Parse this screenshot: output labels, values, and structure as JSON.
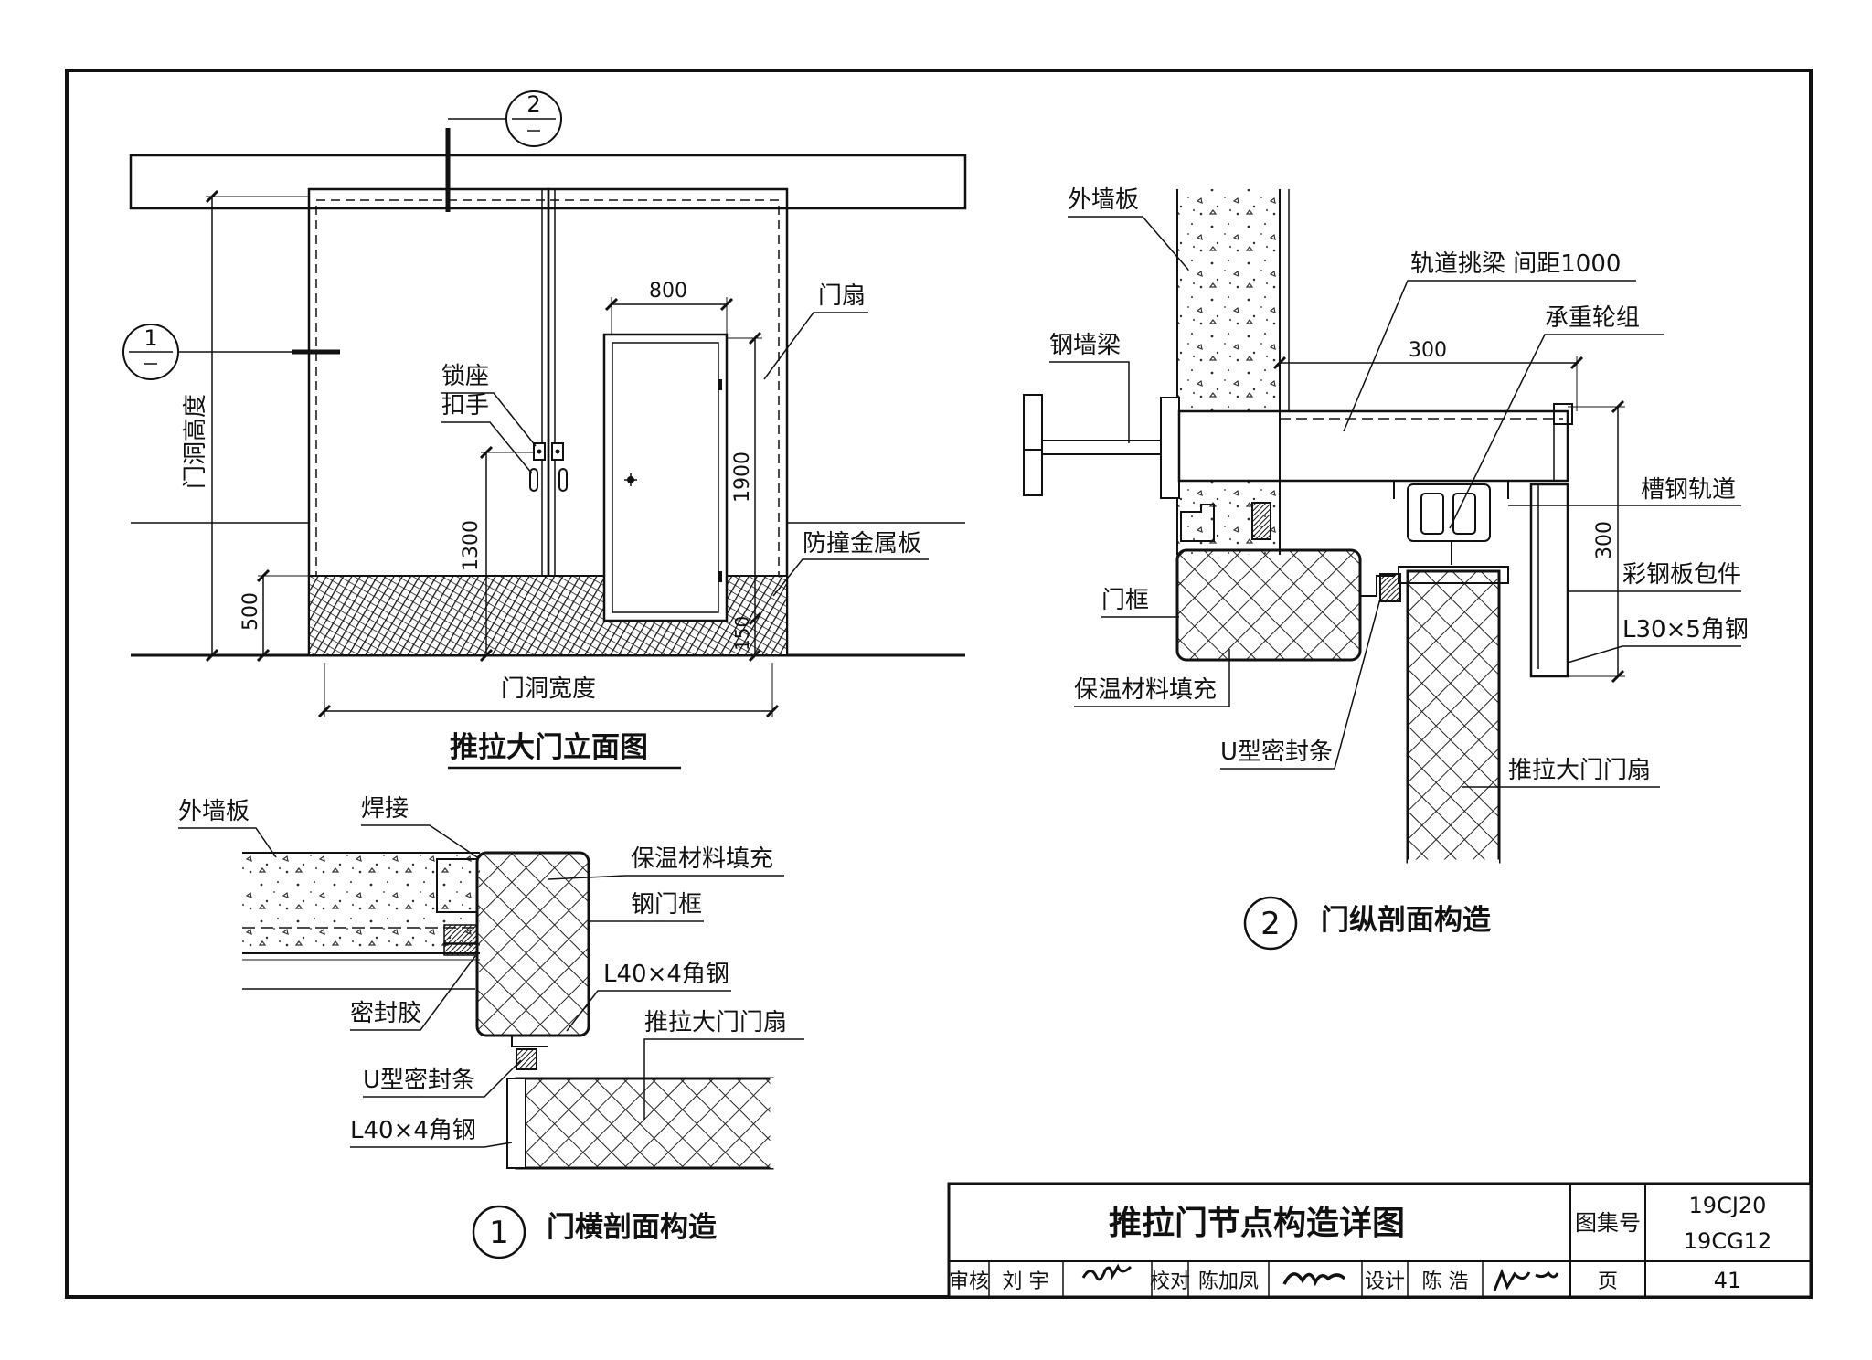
{
  "elevation": {
    "title": "推拉大门立面图",
    "callout_1": "1",
    "callout_2": "2",
    "dim_door_height": "门洞高度",
    "dim_door_width": "门洞宽度",
    "dim_500": "500",
    "dim_1300": "1300",
    "dim_800": "800",
    "dim_1900": "1900",
    "dim_150": "150",
    "label_lock_seat": "锁座",
    "label_handle": "扣手",
    "label_leaf": "门扇",
    "label_kick_plate": "防撞金属板"
  },
  "section1": {
    "title_num": "1",
    "title": "门横剖面构造",
    "label_wall_panel": "外墙板",
    "label_weld": "焊接",
    "label_insulation": "保温材料填充",
    "label_steel_frame": "钢门框",
    "label_angle": "L40×4角钢",
    "label_sealant": "密封胶",
    "label_u_seal": "U型密封条",
    "label_angle2": "L40×4角钢",
    "label_door_leaf": "推拉大门门扇"
  },
  "section2": {
    "title_num": "2",
    "title": "门纵剖面构造",
    "label_wall_panel": "外墙板",
    "label_beam": "轨道挑梁 间距1000",
    "label_wheels": "承重轮组",
    "label_steel_beam": "钢墙梁",
    "dim_300_h": "300",
    "label_channel": "槽钢轨道",
    "dim_300_v": "300",
    "label_cladding": "彩钢板包件",
    "label_angle": "L30×5角钢",
    "label_frame": "门框",
    "label_insulation": "保温材料填充",
    "label_u_seal": "U型密封条",
    "label_door_leaf": "推拉大门门扇"
  },
  "title_block": {
    "title": "推拉门节点构造详图",
    "atlas_label": "图集号",
    "atlas_no_1": "19CJ20",
    "atlas_no_2": "19CG12",
    "review_label": "审核",
    "review_name": "刘 宇",
    "check_label": "校对",
    "check_name": "陈加凤",
    "design_label": "设计",
    "design_name": "陈 浩",
    "page_label": "页",
    "page_no": "41"
  }
}
